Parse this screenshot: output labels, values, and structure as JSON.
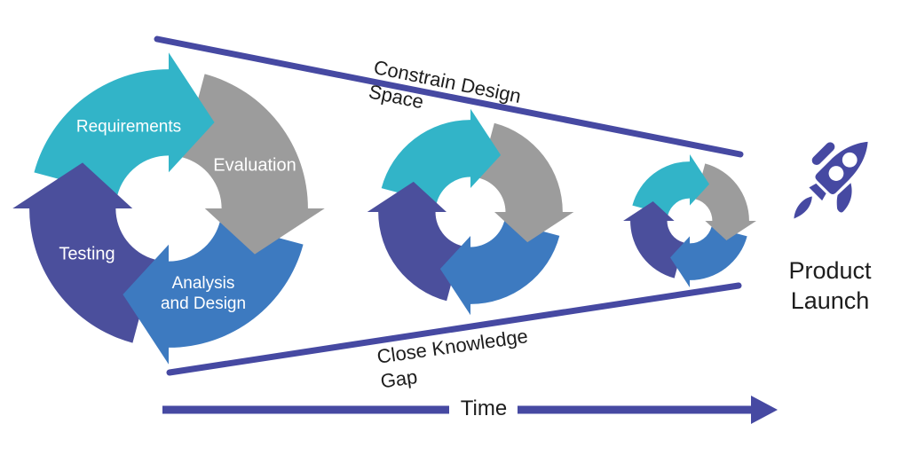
{
  "cycle": {
    "segments": [
      {
        "label": "Requirements",
        "color": "#32b4c8"
      },
      {
        "label": "Evaluation",
        "color": "#9c9c9c"
      },
      {
        "label": "Analysis and Design",
        "color": "#3d7ac0"
      },
      {
        "label": "Testing",
        "color": "#4b4f9c"
      }
    ],
    "iterations": [
      "large",
      "medium",
      "small"
    ]
  },
  "annotations": {
    "constrain": {
      "line1": "Constrain Design",
      "line2": "Space"
    },
    "close_gap": {
      "line1": "Close Knowledge",
      "line2": "Gap"
    }
  },
  "timeline": {
    "label": "Time"
  },
  "launch": {
    "label": "Product Launch",
    "icon": "rocket-icon"
  },
  "colors": {
    "teal": "#32b4c8",
    "gray": "#9c9c9c",
    "blue": "#3d7ac0",
    "indigo": "#4b4f9c",
    "accent": "#4649a2",
    "label_light": "#ffffff",
    "label_dark": "#1d1d1d",
    "background": "#ffffff"
  }
}
